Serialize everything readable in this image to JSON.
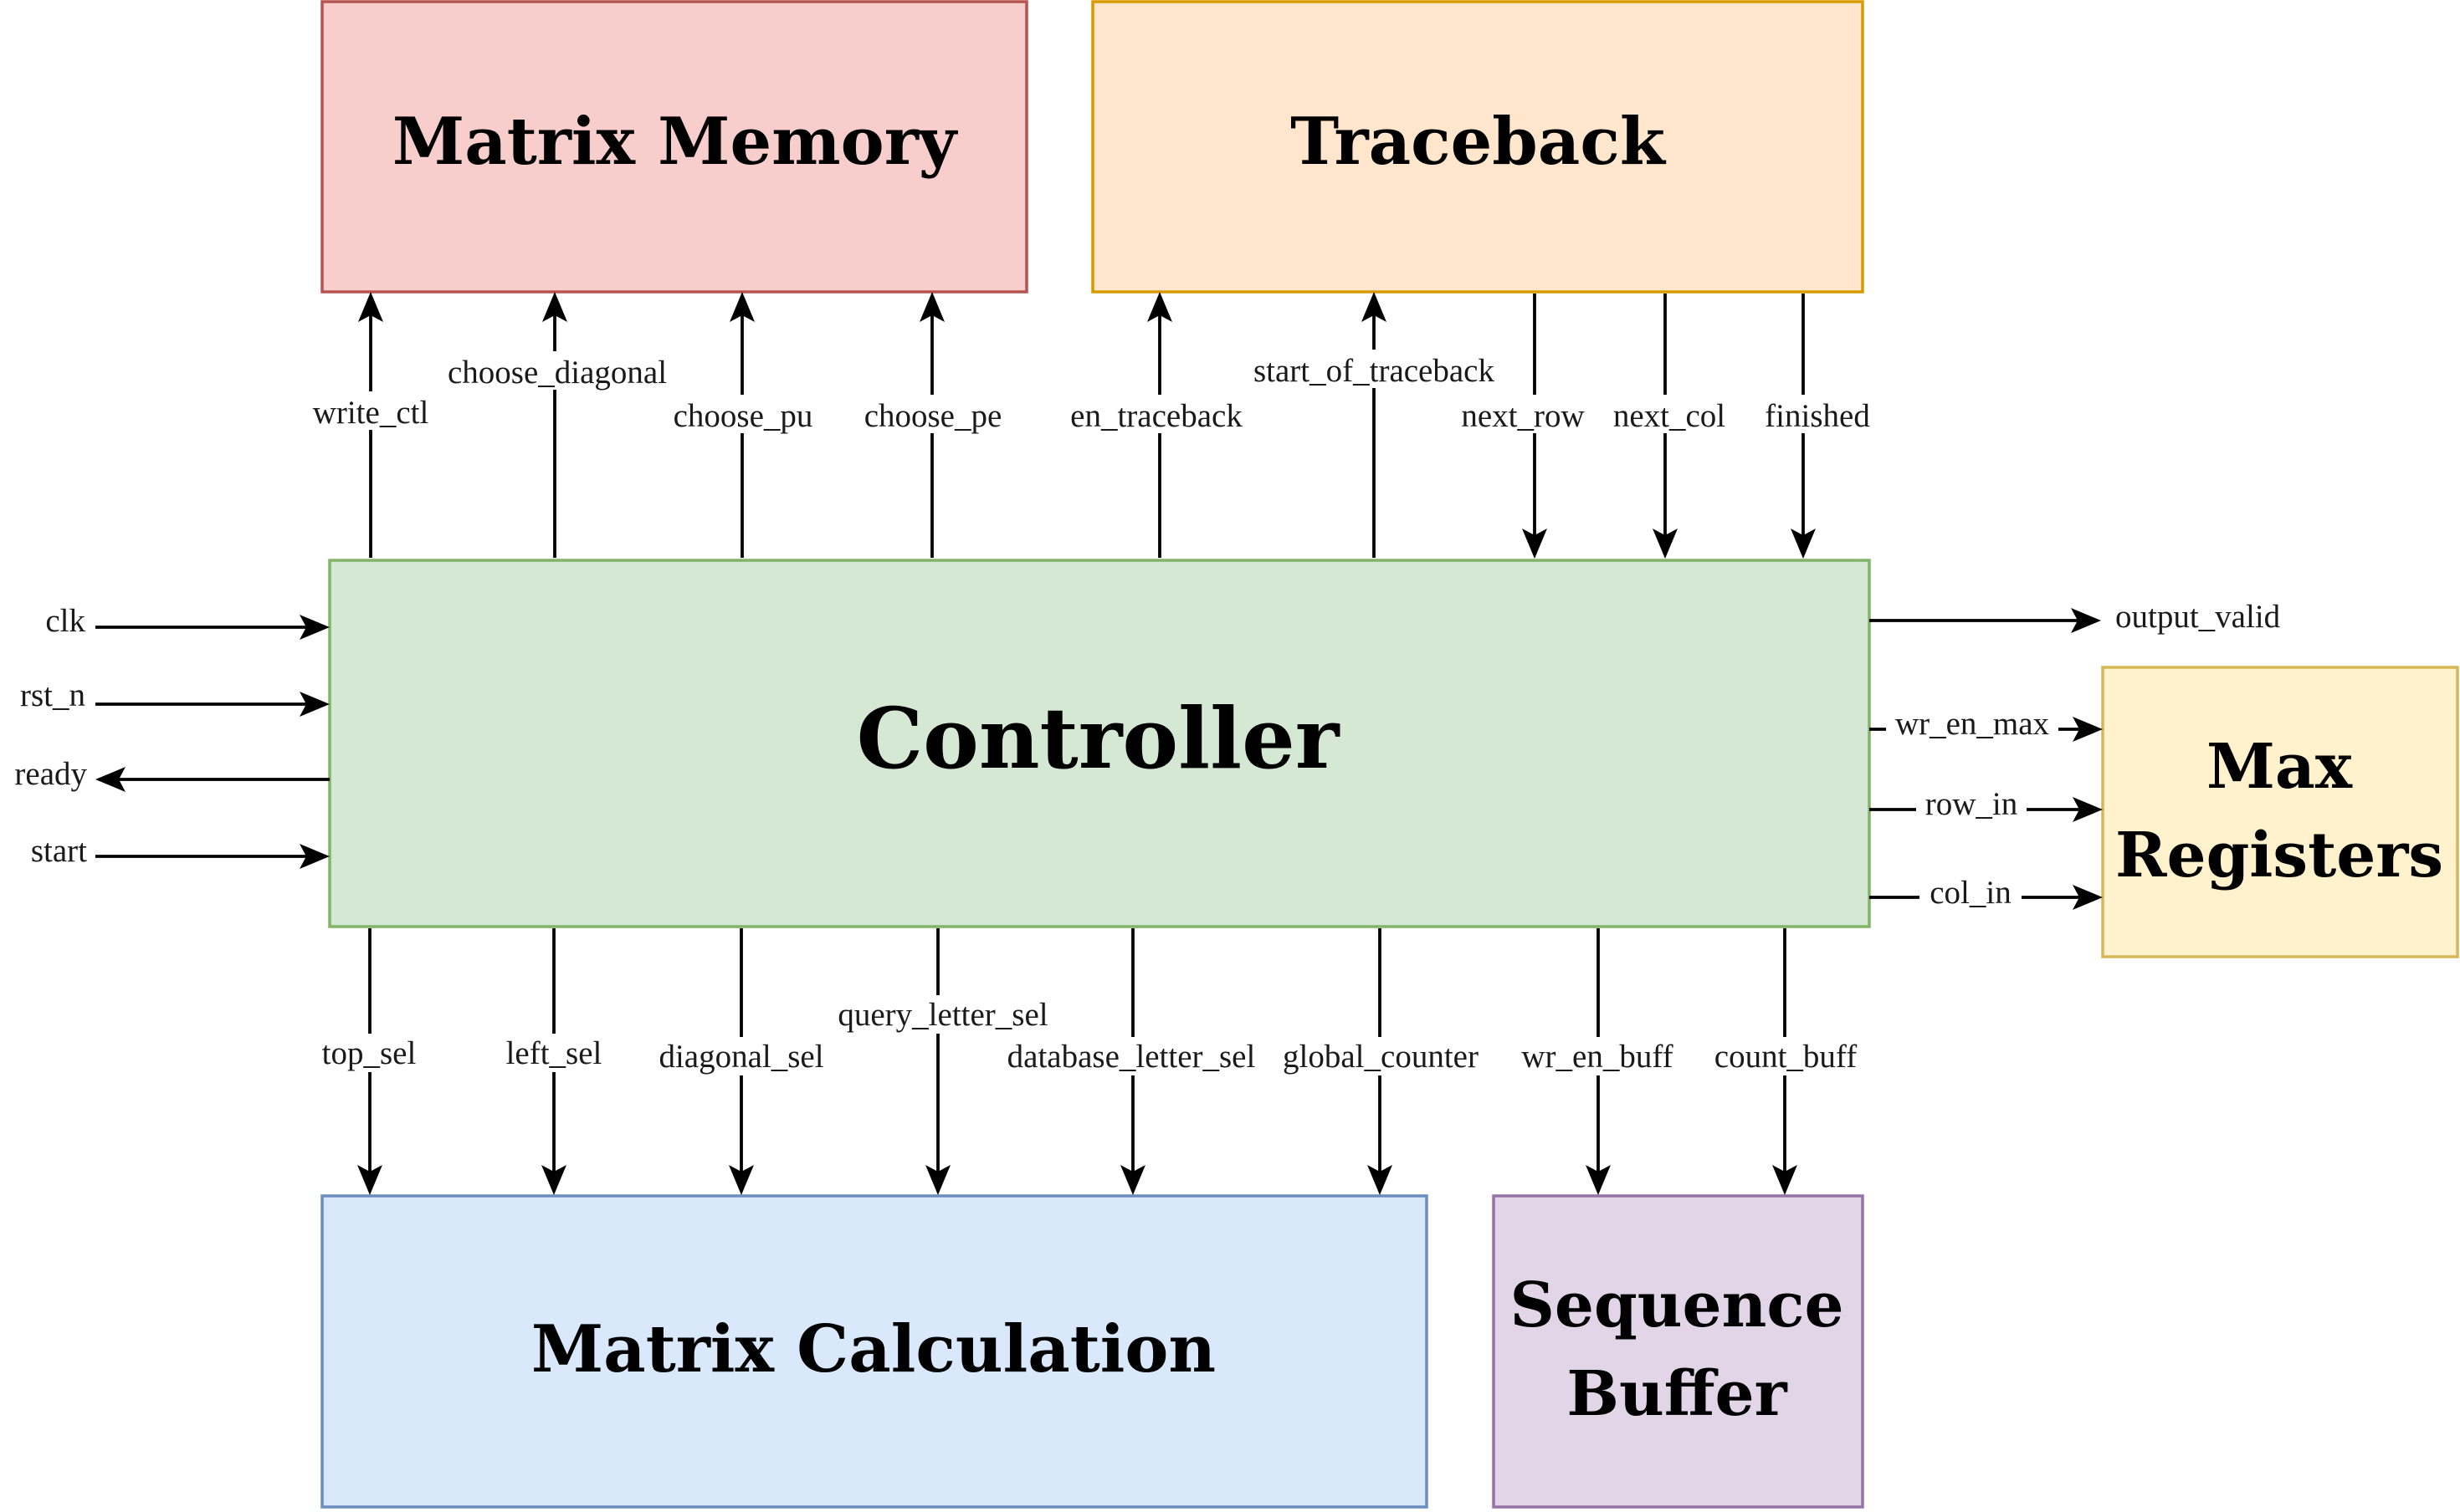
{
  "blocks": {
    "matrix_memory": {
      "title": "Matrix Memory",
      "fill": "#f8cecc",
      "stroke": "#b85450"
    },
    "traceback": {
      "title": "Traceback",
      "fill": "#ffe6cc",
      "stroke": "#d79b00"
    },
    "controller": {
      "title": "Controller",
      "fill": "#d5e8d4",
      "stroke": "#82b366"
    },
    "max_registers": {
      "title_line1": "Max",
      "title_line2": "Registers",
      "fill": "#fff2cc",
      "stroke": "#d6b656"
    },
    "matrix_calculation": {
      "title": "Matrix Calculation",
      "fill": "#dae8fc",
      "stroke": "#6c8ebf"
    },
    "sequence_buffer": {
      "title_line1": "Sequence",
      "title_line2": "Buffer",
      "fill": "#e1d5e7",
      "stroke": "#9673a6"
    }
  },
  "signals": {
    "write_ctl": "write_ctl",
    "choose_diagonal": "choose_diagonal",
    "choose_pu": "choose_pu",
    "choose_pe": "choose_pe",
    "en_traceback": "en_traceback",
    "start_of_traceback": "start_of_traceback",
    "next_row": "next_row",
    "next_col": "next_col",
    "finished": "finished",
    "clk": "clk",
    "rst_n": "rst_n",
    "ready": "ready",
    "start": "start",
    "output_valid": "output_valid",
    "wr_en_max": "wr_en_max",
    "row_in": "row_in",
    "col_in": "col_in",
    "top_sel": "top_sel",
    "left_sel": "left_sel",
    "diagonal_sel": "diagonal_sel",
    "query_letter_sel": "query_letter_sel",
    "database_letter_sel": "database_letter_sel",
    "global_counter": "global_counter",
    "wr_en_buff": "wr_en_buff",
    "count_buff": "count_buff"
  }
}
